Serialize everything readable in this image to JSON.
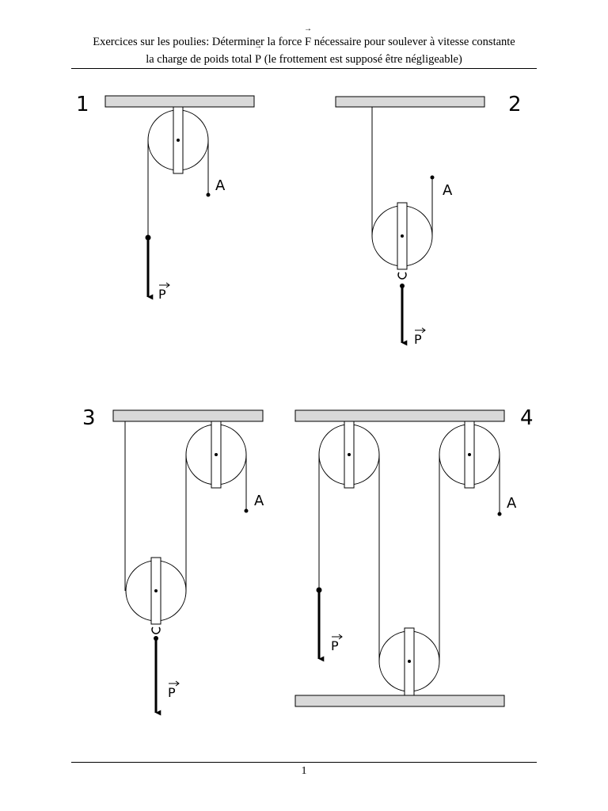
{
  "header": {
    "line1_a": "Exercices sur les poulies: Déterminer la force",
    "force_symbol": "F",
    "line1_b": "nécessaire pour soulever à vitesse constante",
    "line2_a": "la charge de poids total",
    "weight_symbol": "P",
    "line2_b": "(le frottement est supposé être négligeable)"
  },
  "figures": [
    {
      "number": "1",
      "point_label": "A",
      "weight_label": "P"
    },
    {
      "number": "2",
      "point_label": "A",
      "weight_label": "P"
    },
    {
      "number": "3",
      "point_label": "A",
      "weight_label": "P"
    },
    {
      "number": "4",
      "point_label": "A",
      "weight_label": "P"
    }
  ],
  "footer": {
    "page_number": "1"
  }
}
